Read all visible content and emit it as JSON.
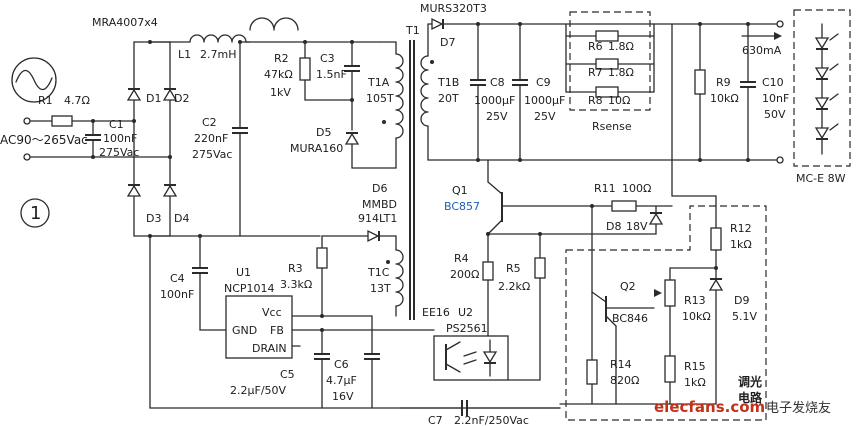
{
  "circuit_number": "1",
  "input": {
    "voltage_label": "AC90～265Vac"
  },
  "output": {
    "current_label": "630mA",
    "load_label": "MC-E  8W"
  },
  "bridge": {
    "label": "MRA4007x4",
    "diodes": [
      "D1",
      "D2",
      "D3",
      "D4"
    ]
  },
  "components": {
    "R1": {
      "ref": "R1",
      "value": "4.7Ω"
    },
    "C1": {
      "ref": "C1",
      "value": "100nF",
      "voltage": "275Vac"
    },
    "L1": {
      "ref": "L1",
      "value": "2.7mH"
    },
    "C2": {
      "ref": "C2",
      "value": "220nF",
      "voltage": "275Vac"
    },
    "R2": {
      "ref": "R2",
      "value": "47kΩ",
      "voltage": "1kV"
    },
    "C3": {
      "ref": "C3",
      "value": "1.5nF"
    },
    "D5": {
      "ref": "D5",
      "part": "MURA160"
    },
    "T1": {
      "ref": "T1",
      "core": "EE16"
    },
    "T1A": {
      "ref": "T1A",
      "turns": "105T"
    },
    "T1B": {
      "ref": "T1B",
      "turns": "20T"
    },
    "T1C": {
      "ref": "T1C",
      "turns": "13T"
    },
    "D6": {
      "ref": "D6",
      "part_line1": "MMBD",
      "part_line2": "914LT1"
    },
    "D7": {
      "ref": "D7",
      "part": "MURS320T3"
    },
    "C8": {
      "ref": "C8",
      "value": "1000μF",
      "voltage": "25V"
    },
    "C9": {
      "ref": "C9",
      "value": "1000μF",
      "voltage": "25V"
    },
    "R6": {
      "ref": "R6",
      "value": "1.8Ω"
    },
    "R7": {
      "ref": "R7",
      "value": "1.8Ω"
    },
    "R8": {
      "ref": "R8",
      "value": "10Ω"
    },
    "Rsense": {
      "label": "Rsense"
    },
    "R9": {
      "ref": "R9",
      "value": "10kΩ"
    },
    "C10": {
      "ref": "C10",
      "value": "10nF",
      "voltage": "50V"
    },
    "Q1": {
      "ref": "Q1",
      "part": "BC857"
    },
    "R11": {
      "ref": "R11",
      "value": "100Ω"
    },
    "D8": {
      "ref": "D8",
      "value": "18V"
    },
    "R12": {
      "ref": "R12",
      "value": "1kΩ"
    },
    "C4": {
      "ref": "C4",
      "value": "100nF"
    },
    "U1": {
      "ref": "U1",
      "part": "NCP1014",
      "pins": [
        "Vcc",
        "GND",
        "FB",
        "DRAIN"
      ]
    },
    "R3": {
      "ref": "R3",
      "value": "3.3kΩ"
    },
    "R4": {
      "ref": "R4",
      "value": "200Ω"
    },
    "R5": {
      "ref": "R5",
      "value": "2.2kΩ"
    },
    "U2": {
      "ref": "U2",
      "part": "PS2561"
    },
    "C5": {
      "ref": "C5",
      "value": "2.2μF/50V"
    },
    "C6": {
      "ref": "C6",
      "value": "4.7μF",
      "voltage": "16V"
    },
    "C7": {
      "ref": "C7",
      "value": "2.2nF/250Vac"
    },
    "Q2": {
      "ref": "Q2",
      "part": "BC846"
    },
    "R13": {
      "ref": "R13",
      "value": "10kΩ"
    },
    "D9": {
      "ref": "D9",
      "value": "5.1V"
    },
    "R14": {
      "ref": "R14",
      "value": "820Ω"
    },
    "R15": {
      "ref": "R15",
      "value": "1kΩ"
    }
  },
  "dimming": {
    "label_line1": "调光",
    "label_line2": "电路"
  },
  "watermark": {
    "site": "elecfans.com",
    "name": "电子发烧友"
  }
}
